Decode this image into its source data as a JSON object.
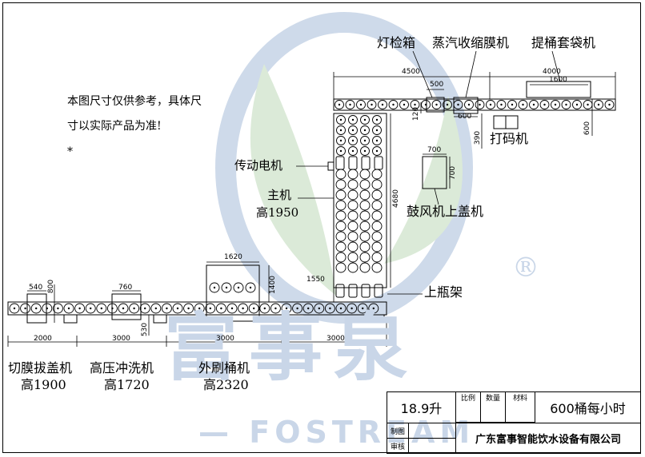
{
  "note": {
    "line1": "本图尺寸仅供参考，具体尺",
    "line2": "寸以实际产品为准!",
    "mark": "*"
  },
  "machines": {
    "lamp_box": "灯检箱",
    "steam_shrink": "蒸汽收缩膜机",
    "bagging": "提桶套袋机",
    "coder": "打码机",
    "drive_motor": "传动电机",
    "main_machine": "主机",
    "main_height": "高1950",
    "blower_capper": "鼓风机上盖机",
    "loader": "上瓶架",
    "film_cutter": "切膜拔盖机",
    "film_cutter_height": "高1900",
    "hp_washer": "高压冲洗机",
    "hp_washer_height": "高1720",
    "brusher": "外刷桶机",
    "brusher_height": "高2320"
  },
  "dimensions": {
    "d4500": "4500",
    "d500": "500",
    "d4000": "4000",
    "d1600": "1600",
    "d120": "120",
    "d600a": "600",
    "d390": "390",
    "d600b": "600",
    "d700": "700",
    "d700v": "700",
    "d4680": "4680",
    "d1620": "1620",
    "d1400": "1400",
    "d1550": "1550",
    "d540": "540",
    "d800": "800",
    "d760": "760",
    "d530": "530",
    "d2000": "2000",
    "d3000a": "3000",
    "d3000b": "3000",
    "d3000c": "3000"
  },
  "title_block": {
    "capacity_volume": "18.9升",
    "scale": "比例",
    "qty": "数量",
    "material": "材料",
    "throughput": "600桶每小时",
    "drawn": "制图",
    "review": "审核",
    "company": "广东富事智能饮水设备有限公司"
  },
  "watermark": {
    "cn": "富事泉",
    "en": "— FOSTREAM",
    "reg": "®"
  },
  "colors": {
    "watermark": "#c9d6e8",
    "leaf": "#d8e8d4",
    "line": "#000000"
  }
}
